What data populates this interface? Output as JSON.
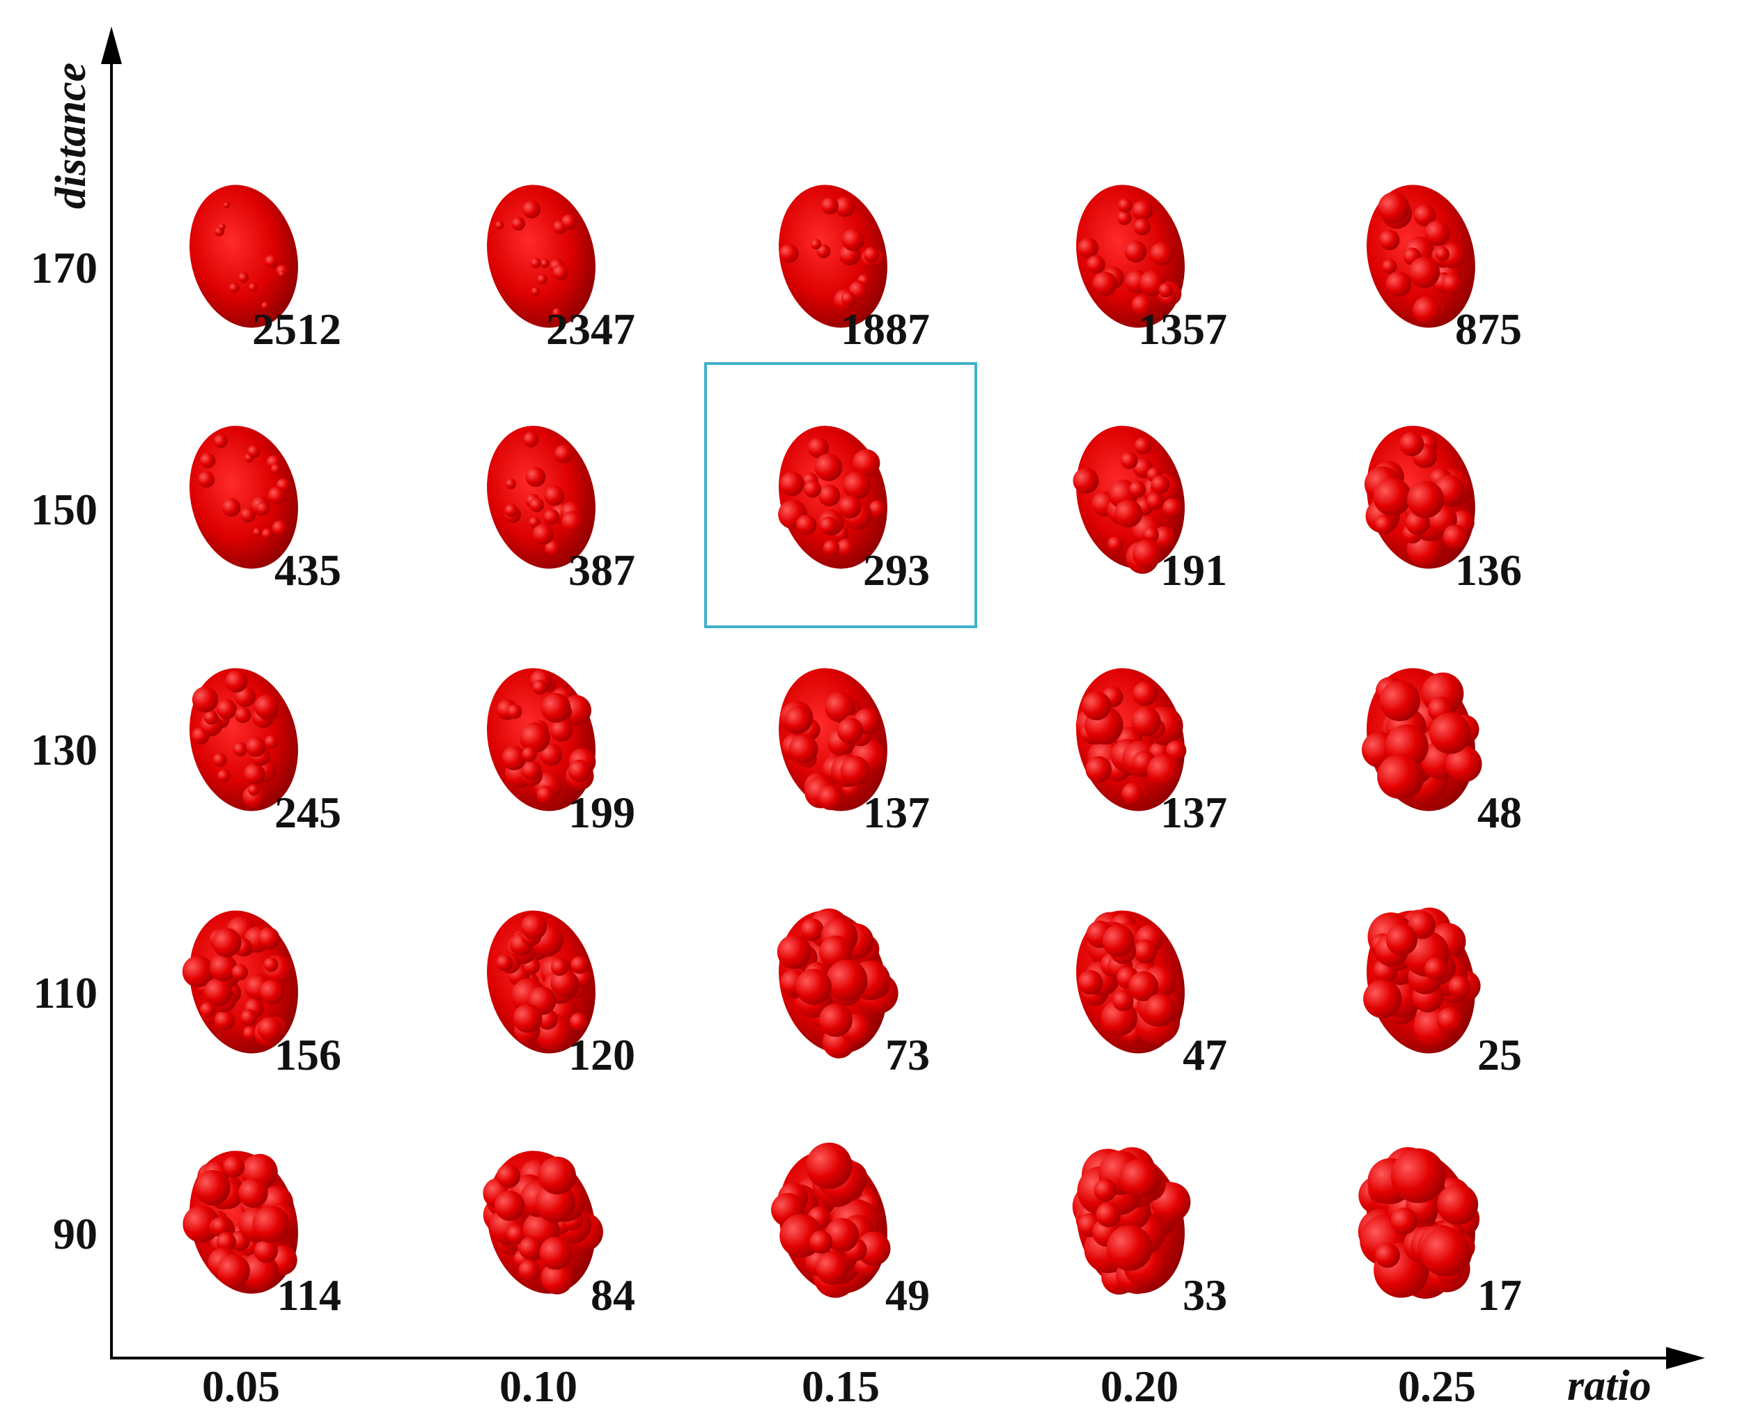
{
  "chart_data": {
    "type": "table",
    "xlabel": "ratio",
    "ylabel": "distance",
    "x_ticks": [
      "0.05",
      "0.10",
      "0.15",
      "0.20",
      "0.25"
    ],
    "y_ticks": [
      "170",
      "150",
      "130",
      "110",
      "90"
    ],
    "x": [
      0.05,
      0.1,
      0.15,
      0.2,
      0.25
    ],
    "y": [
      170,
      150,
      130,
      110,
      90
    ],
    "values": [
      [
        2512,
        2347,
        1887,
        1357,
        875
      ],
      [
        435,
        387,
        293,
        191,
        136
      ],
      [
        245,
        199,
        137,
        137,
        48
      ],
      [
        156,
        120,
        73,
        47,
        25
      ],
      [
        114,
        84,
        49,
        33,
        17
      ]
    ],
    "highlight": {
      "ratio": 0.15,
      "distance": 150,
      "value": 293
    },
    "colors": {
      "cluster": "#e00000",
      "highlight_box": "#3fb0c9",
      "axis": "#000000"
    }
  }
}
